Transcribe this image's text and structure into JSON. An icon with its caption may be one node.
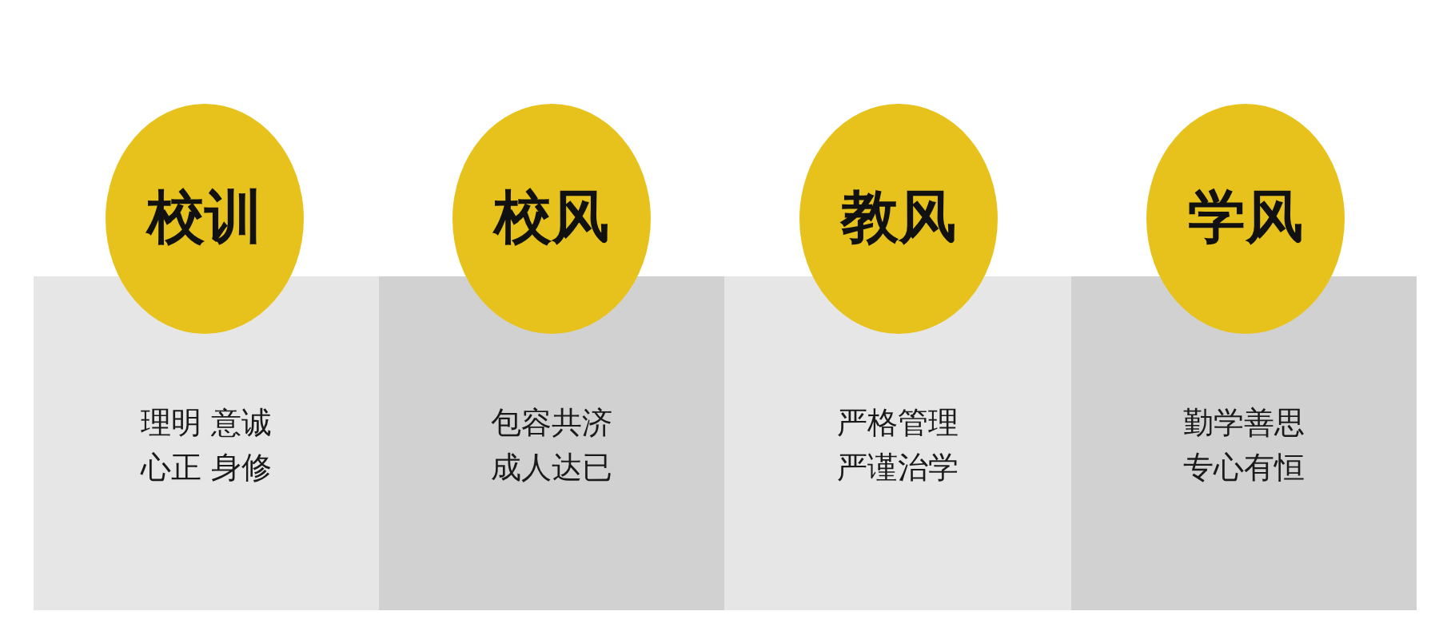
{
  "diagram": {
    "nodes": [
      {
        "text": [
          "校训"
        ]
      },
      {
        "text": [
          "理明 意诚",
          "心正 身修"
        ]
      },
      {
        "text": [
          "校风"
        ]
      },
      {
        "text": [
          "包容共济",
          "成人达已"
        ]
      },
      {
        "text": [
          "教风"
        ]
      },
      {
        "text": [
          "严格管理",
          "严谨治学"
        ]
      },
      {
        "text": [
          "学风"
        ]
      },
      {
        "text": [
          "勤学善思",
          "专心有恒"
        ]
      }
    ]
  }
}
